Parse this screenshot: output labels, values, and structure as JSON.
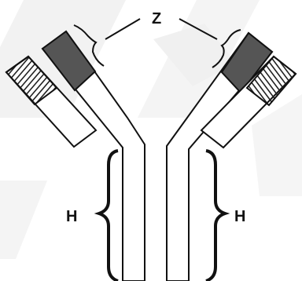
{
  "diagram": {
    "labels": {
      "z": "Z",
      "h_left": "H",
      "h_right": "H"
    },
    "colors": {
      "outline": "#111111",
      "fill": "#ffffff",
      "dark_tip": "#555555",
      "stripe": "#222222",
      "watermark": "#efefef"
    }
  }
}
